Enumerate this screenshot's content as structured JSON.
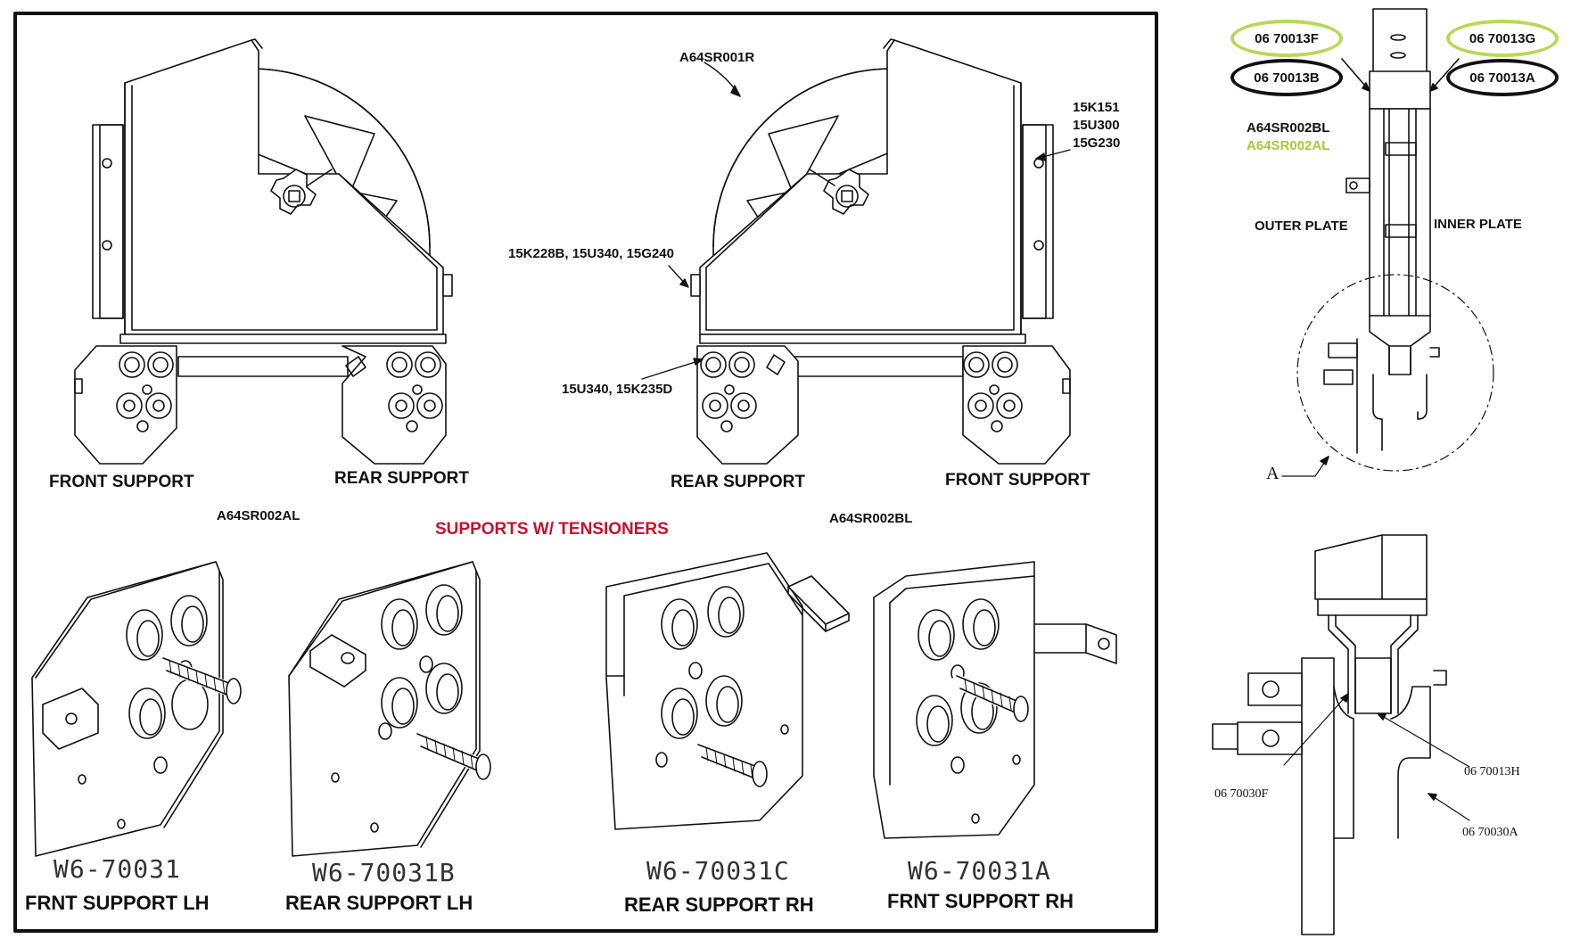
{
  "colors": {
    "ink": "#111111",
    "red_title": "#c8102e",
    "green_ring": "#b6d957",
    "green_text": "#a8c83a",
    "black_ring": "#111111"
  },
  "main": {
    "part_top_reel": "A64SR001R",
    "callout_bolts_right": [
      "15K151",
      "15U300",
      "15G230"
    ],
    "callout_mid": "15K228B, 15U340, 15G240",
    "callout_lower": "15U340, 15K235D",
    "left_assembly": {
      "front_label": "FRONT SUPPORT",
      "rear_label": "REAR SUPPORT",
      "part_number": "A64SR002AL"
    },
    "right_assembly": {
      "rear_label": "REAR SUPPORT",
      "front_label": "FRONT SUPPORT",
      "part_number": "A64SR002BL"
    },
    "section_title": "SUPPORTS W/ TENSIONERS",
    "parts": [
      {
        "code": "W6-70031",
        "name": "FRNT SUPPORT LH"
      },
      {
        "code": "W6-70031B",
        "name": "REAR SUPPORT LH"
      },
      {
        "code": "W6-70031C",
        "name": "REAR SUPPORT RH"
      },
      {
        "code": "W6-70031A",
        "name": "FRNT SUPPORT RH"
      }
    ]
  },
  "side_view": {
    "green_left": "06 70013F",
    "black_left": "06 70013B",
    "green_right": "06 70013G",
    "black_right": "06 70013A",
    "assembly_bl": "A64SR002BL",
    "assembly_al": "A64SR002AL",
    "outer_plate": "OUTER PLATE",
    "inner_plate": "INNER PLATE",
    "detail_marker": "A"
  },
  "detail": {
    "label_h": "06 70013H",
    "label_f": "06 70030F",
    "label_a": "06 70030A"
  }
}
